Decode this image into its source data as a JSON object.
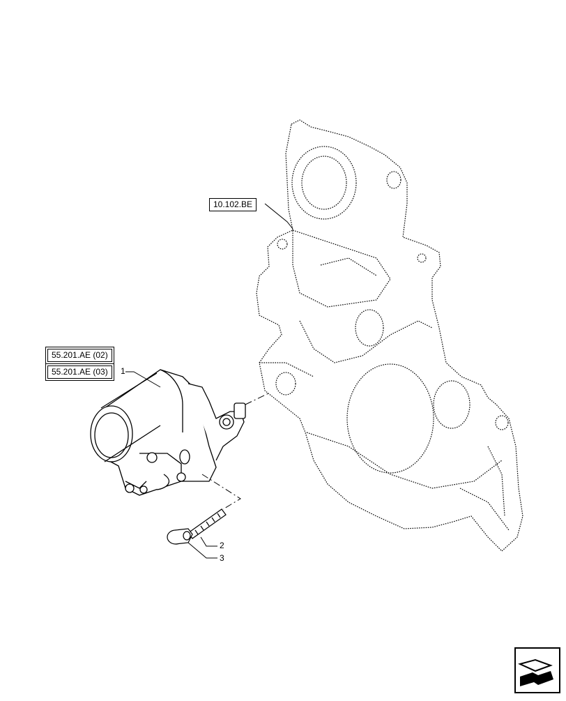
{
  "references": {
    "cover_ref": "10.102.BE",
    "starter_ref_a": "55.201.AE (02)",
    "starter_ref_b": "55.201.AE (03)"
  },
  "callouts": {
    "starter": "1",
    "stud": "2",
    "nut": "3"
  },
  "icons": {
    "nav": "next-page-arrow-icon"
  }
}
